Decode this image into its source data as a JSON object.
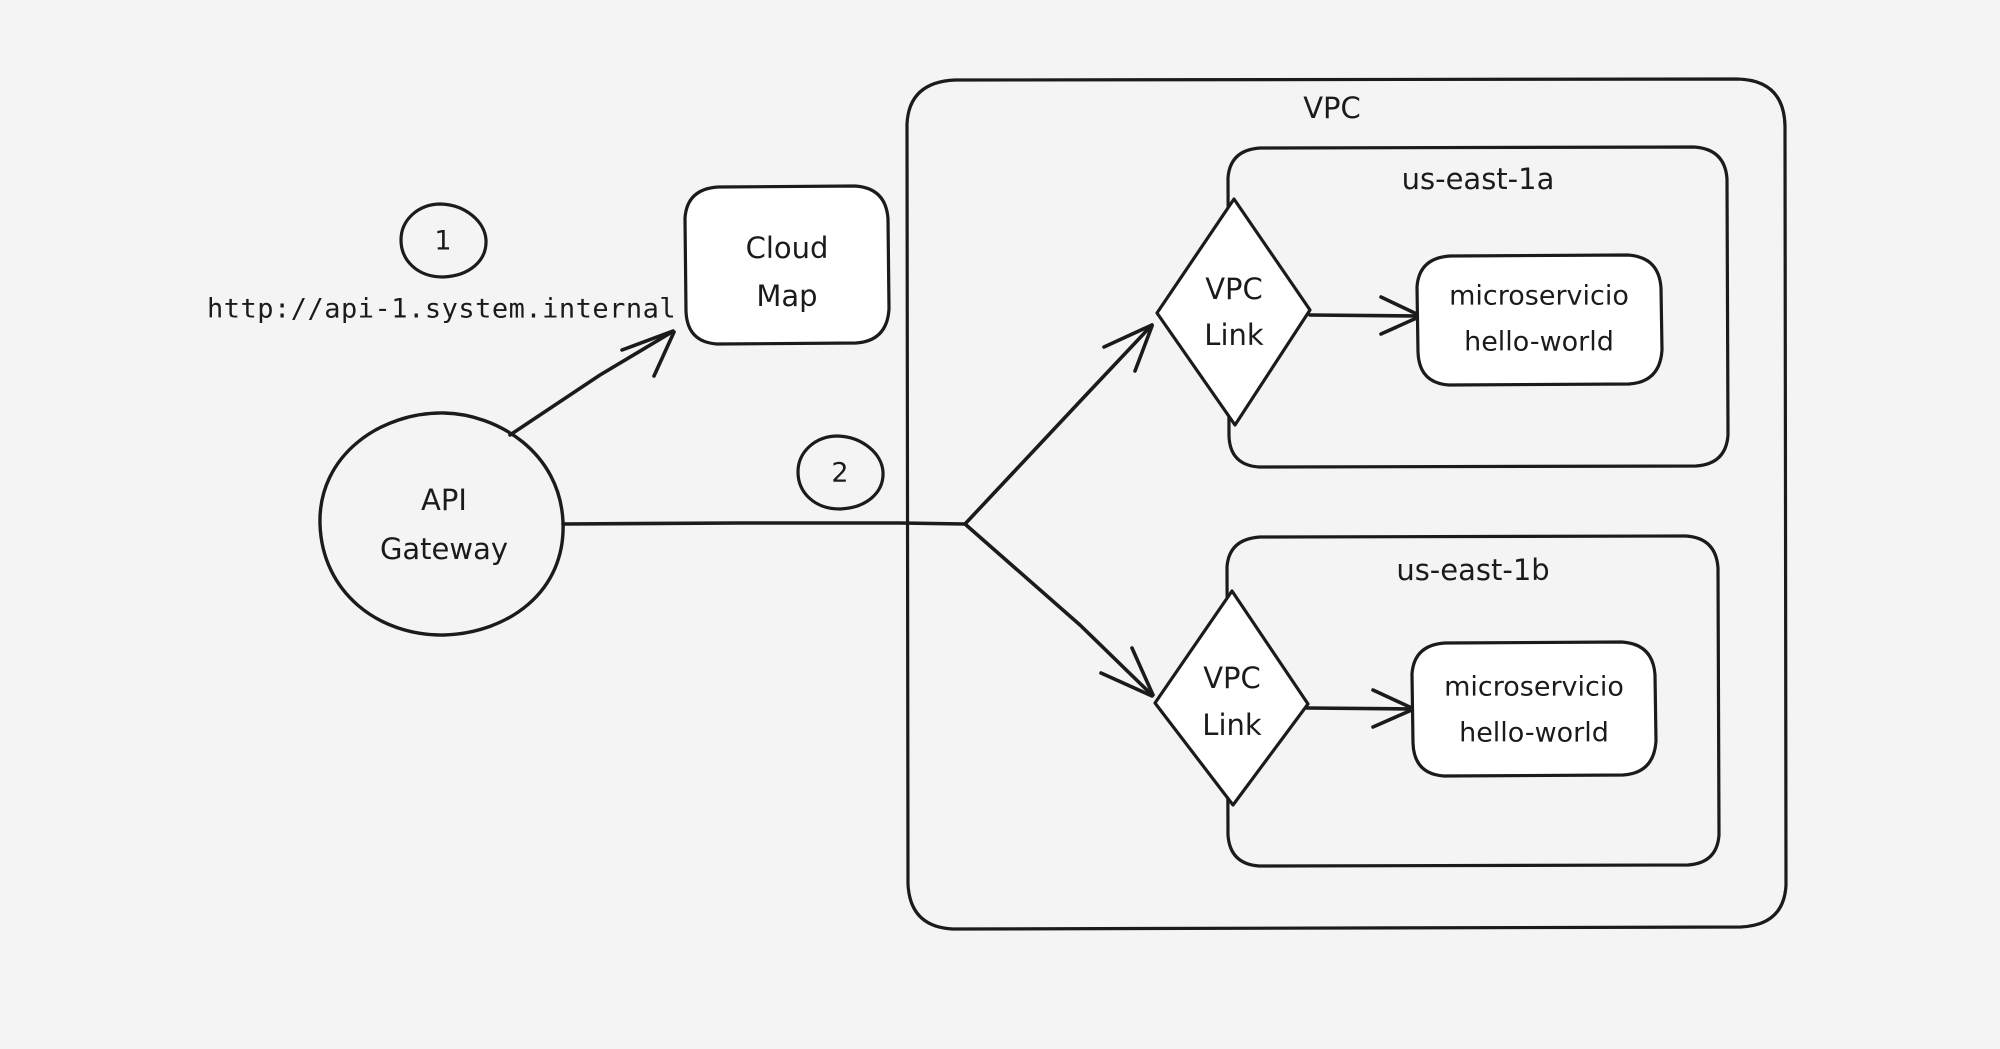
{
  "diagram": {
    "background_color": "#f4f4f4",
    "stroke_color": "#1b1b1b",
    "node_fill_white": "#ffffff",
    "style": "hand-drawn"
  },
  "steps": [
    {
      "id": "step-1",
      "label": "1"
    },
    {
      "id": "step-2",
      "label": "2"
    }
  ],
  "annotations": {
    "endpoint_url": "http://api-1.system.internal"
  },
  "nodes": {
    "api_gateway": {
      "line1": "API",
      "line2": "Gateway",
      "shape": "ellipse"
    },
    "cloud_map": {
      "line1": "Cloud",
      "line2": "Map",
      "shape": "rounded-rect"
    },
    "vpc_link_a": {
      "line1": "VPC",
      "line2": "Link",
      "shape": "diamond"
    },
    "vpc_link_b": {
      "line1": "VPC",
      "line2": "Link",
      "shape": "diamond"
    },
    "microservice_a": {
      "line1": "microservicio",
      "line2": "hello-world",
      "shape": "rounded-rect"
    },
    "microservice_b": {
      "line1": "microservicio",
      "line2": "hello-world",
      "shape": "rounded-rect"
    }
  },
  "containers": {
    "vpc": {
      "label": "VPC"
    },
    "az_a": {
      "label": "us-east-1a"
    },
    "az_b": {
      "label": "us-east-1b"
    }
  },
  "edges": [
    {
      "id": "edge-gateway-cloudmap",
      "from": "api_gateway",
      "to": "cloud_map",
      "arrow": true
    },
    {
      "id": "edge-gateway-branch",
      "from": "api_gateway",
      "to": "branch-point",
      "arrow": false
    },
    {
      "id": "edge-branch-vpclink-a",
      "from": "branch-point",
      "to": "vpc_link_a",
      "arrow": true
    },
    {
      "id": "edge-branch-vpclink-b",
      "from": "branch-point",
      "to": "vpc_link_b",
      "arrow": true
    },
    {
      "id": "edge-vpclink-a-microservice-a",
      "from": "vpc_link_a",
      "to": "microservice_a",
      "arrow": true
    },
    {
      "id": "edge-vpclink-b-microservice-b",
      "from": "vpc_link_b",
      "to": "microservice_b",
      "arrow": true
    }
  ]
}
